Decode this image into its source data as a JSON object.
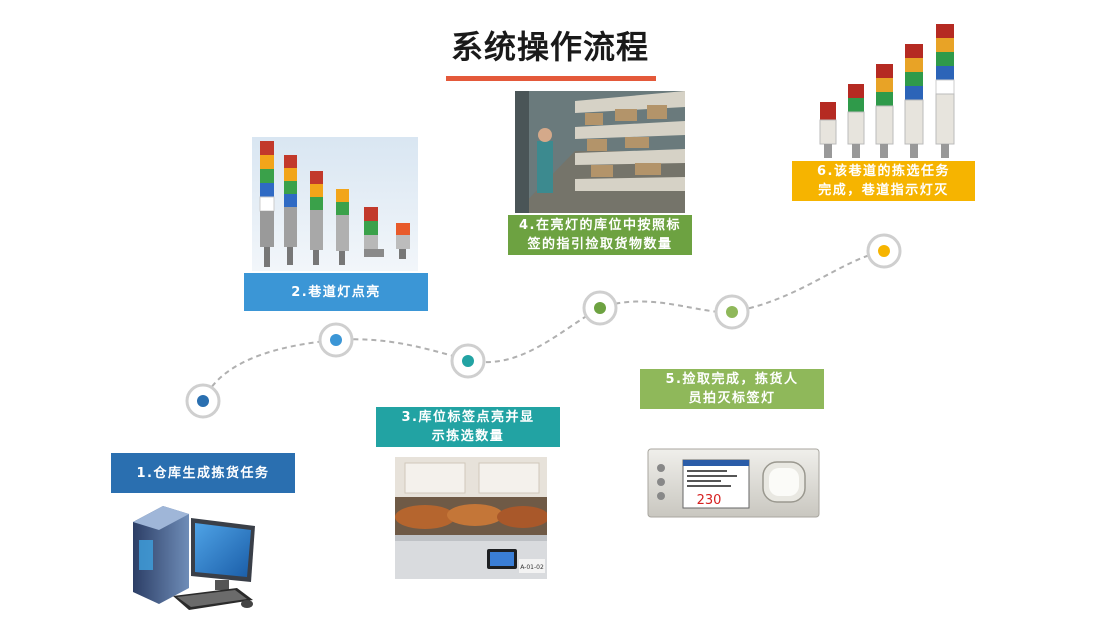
{
  "title": "系统操作流程",
  "colors": {
    "accent_underline": "#e4593a",
    "step1": "#2a6fb0",
    "step2": "#3b96d6",
    "step3": "#22a3a3",
    "step4": "#6da241",
    "step5": "#8fb85a",
    "step6": "#f6b400"
  },
  "steps": [
    {
      "label_line1": "1.仓库生成拣货任务",
      "label_line2": ""
    },
    {
      "label_line1": "2.巷道灯点亮",
      "label_line2": ""
    },
    {
      "label_line1": "3.库位标签点亮并显",
      "label_line2": "示拣选数量"
    },
    {
      "label_line1": "4.在亮灯的库位中按照标",
      "label_line2": "签的指引捡取货物数量"
    },
    {
      "label_line1": "5.捡取完成，拣货人",
      "label_line2": "员拍灭标签灯"
    },
    {
      "label_line1": "6.该巷道的拣选任务",
      "label_line2": "完成，巷道指示灯灭"
    }
  ],
  "device": {
    "screen_number": "230",
    "label_code": "A-01-02"
  }
}
